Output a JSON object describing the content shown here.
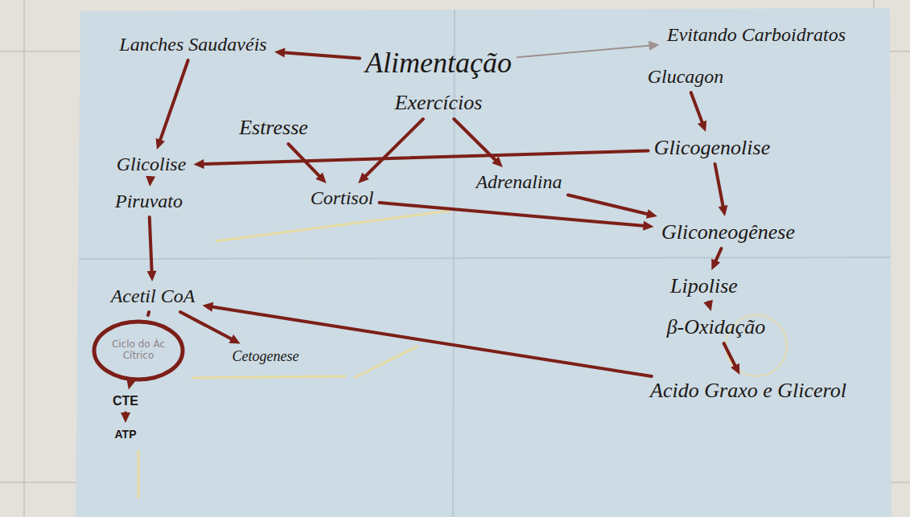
{
  "diagram": {
    "nodes": [
      {
        "text": [
          "Lanches Saudavéis"
        ]
      },
      {
        "text": [
          "Alimentação"
        ]
      },
      {
        "text": [
          "Evitando Carboidratos"
        ]
      },
      {
        "text": [
          "Glucagon"
        ]
      },
      {
        "text": [
          "Exercícios"
        ]
      },
      {
        "text": [
          "Estresse"
        ]
      },
      {
        "text": [
          "Glicogenolise"
        ]
      },
      {
        "text": [
          "Glicolise"
        ]
      },
      {
        "text": [
          "Adrenalina"
        ]
      },
      {
        "text": [
          "Piruvato"
        ]
      },
      {
        "text": [
          "Cortisol"
        ]
      },
      {
        "text": [
          "Gliconeogênese"
        ]
      },
      {
        "text": [
          "Lipolise"
        ]
      },
      {
        "text": [
          "Acetil CoA"
        ]
      },
      {
        "text": [
          "β-Oxidação"
        ]
      },
      {
        "text": [
          "Ciclo do Ác Cítrico"
        ]
      },
      {
        "text": [
          "Cetogenese"
        ]
      },
      {
        "text": [
          "Acido Graxo e Glicerol"
        ]
      },
      {
        "text": [
          "CTE"
        ]
      },
      {
        "text": [
          "ATP"
        ]
      }
    ],
    "edges": [
      {
        "from": 1,
        "to": 0,
        "arrow": "to"
      },
      {
        "from": 1,
        "to": 2,
        "arrow": "to"
      },
      {
        "from": 0,
        "to": 7,
        "arrow": "to"
      },
      {
        "from": 3,
        "to": 6,
        "arrow": "to"
      },
      {
        "from": 6,
        "to": 7,
        "arrow": "to"
      },
      {
        "from": 5,
        "to": 10,
        "arrow": "to"
      },
      {
        "from": 4,
        "to": 10,
        "arrow": "to"
      },
      {
        "from": 4,
        "to": 8,
        "arrow": "to"
      },
      {
        "from": 8,
        "to": 11,
        "arrow": "to"
      },
      {
        "from": 10,
        "to": 11,
        "arrow": "to"
      },
      {
        "from": 6,
        "to": 11,
        "arrow": "to"
      },
      {
        "from": 11,
        "to": 12,
        "arrow": "to"
      },
      {
        "from": 12,
        "to": 14,
        "arrow": "to"
      },
      {
        "from": 14,
        "to": 17,
        "arrow": "to"
      },
      {
        "from": 17,
        "to": 13,
        "arrow": "to"
      },
      {
        "from": 7,
        "to": 9,
        "arrow": "to"
      },
      {
        "from": 9,
        "to": 13,
        "arrow": "to"
      },
      {
        "from": 13,
        "to": 16,
        "arrow": "to"
      },
      {
        "from": 13,
        "to": 15,
        "arrow": "none"
      },
      {
        "from": 15,
        "to": 18,
        "arrow": "to"
      },
      {
        "from": 18,
        "to": 19,
        "arrow": "to"
      }
    ]
  }
}
